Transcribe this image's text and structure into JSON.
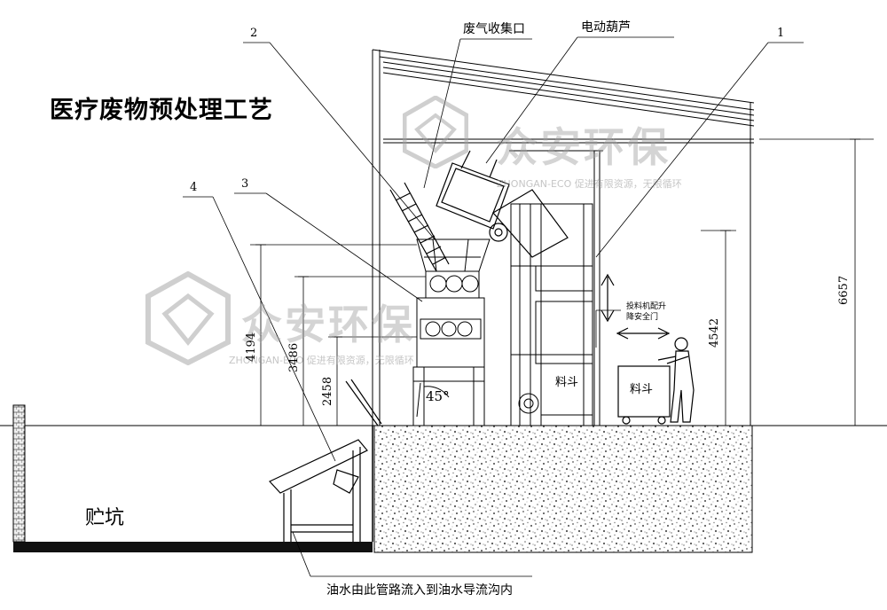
{
  "title": "医疗废物预处理工艺",
  "callouts": {
    "gas_collection": "废气收集口",
    "electric_hoist": "电动葫芦",
    "n1": "1",
    "n2": "2",
    "n3": "3",
    "n4": "4"
  },
  "dimensions": {
    "d6657": "6657",
    "d4542": "4542",
    "d4194": "4194",
    "d3486": "3486",
    "d2458": "2458"
  },
  "labels": {
    "pit": "贮坑",
    "angle": "45°",
    "feeder_note_1": "投料机配升",
    "feeder_note_2": "降安全门",
    "bin_a": "料斗",
    "bin_b": "料斗",
    "pipe_note": "油水由此管路流入到油水导流沟内"
  },
  "watermark": {
    "brand": "众安环保",
    "slogan": "ZHONGAN-ECO 促进有限资源，无限循环"
  }
}
